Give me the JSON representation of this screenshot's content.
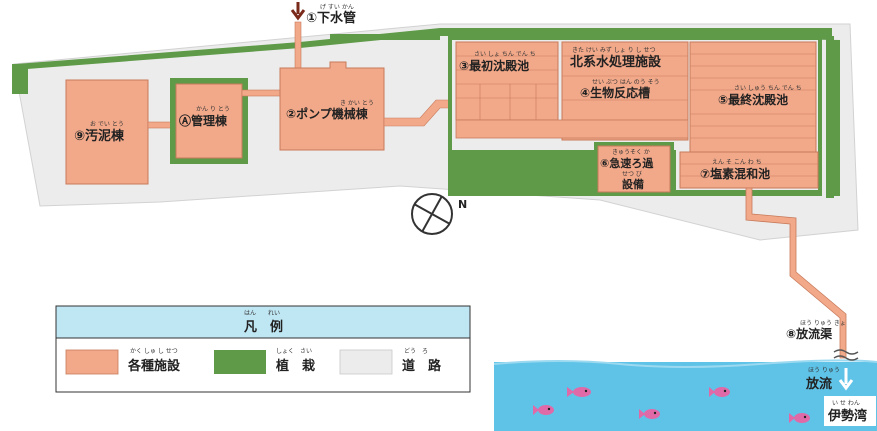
{
  "facilities": {
    "sewer": {
      "label": "①下水管",
      "ruby": "げ すい かん"
    },
    "sludge": {
      "label": "⑨汚泥棟",
      "ruby": "お でい とう"
    },
    "admin": {
      "label": "Ⓐ管理棟",
      "ruby": "かん り とう"
    },
    "pump": {
      "label": "②ポンプ機械棟",
      "ruby": "き かい とう"
    },
    "primary": {
      "label": "③最初沈殿池",
      "ruby": "さい しょ ちん でん ち"
    },
    "north_plant": {
      "label": "北系水処理施設",
      "ruby": "きた けい みず しょ り し せつ"
    },
    "bio": {
      "label": "④生物反応槽",
      "ruby": "せい ぶつ はん のう そう"
    },
    "final": {
      "label": "⑤最終沈殿池",
      "ruby": "さい しゅう ちん でん ち"
    },
    "filter_line1": "⑥急速ろ過",
    "filter_line2": "設備",
    "filter_ruby1": "きゅうそく か",
    "filter_ruby2": "せつ び",
    "chlorine": {
      "label": "⑦塩素混和池",
      "ruby": "えん そ こん わ ち"
    },
    "outfall": {
      "label": "⑧放流渠",
      "ruby": "ほう りゅう きょ"
    }
  },
  "compass": {
    "north": "N"
  },
  "sea": {
    "discharge": {
      "label": "放流",
      "ruby": "ほう りゅう"
    },
    "bay": {
      "label": "伊勢湾",
      "ruby": "い せ わん"
    }
  },
  "legend": {
    "title": "凡　例",
    "title_ruby": "はん　　れい",
    "items": [
      {
        "label": "各種施設",
        "ruby": "かく しゅ し せつ",
        "color": "#f2a98a"
      },
      {
        "label": "植　栽",
        "ruby": "しょく　さい",
        "color": "#5e9a48"
      },
      {
        "label": "道　路",
        "ruby": "どう　ろ",
        "color": "#ececec"
      }
    ]
  },
  "colors": {
    "facility": "#f2a98a",
    "facility_dark": "#e8906e",
    "green": "#5e9a48",
    "road": "#ececec",
    "sea": "#5fc3e8",
    "legend_header": "#bfe6f3",
    "fish": "#e06aa8",
    "arrow": "#7a2a1a"
  }
}
